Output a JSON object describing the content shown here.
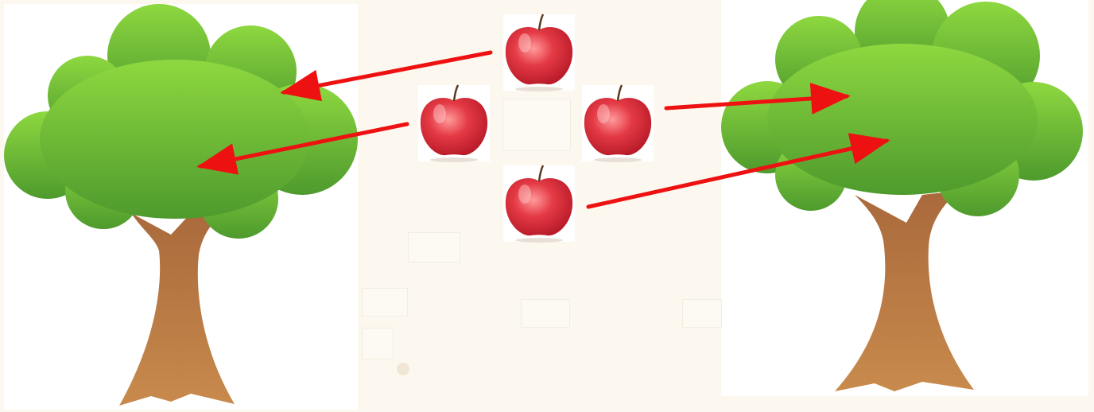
{
  "scene": {
    "background_color": "#fdf8ef",
    "panel_color": "#ffffff",
    "left_tree": {
      "icon": "tree-icon",
      "canopy_color": "#6cc13a",
      "trunk_color": "#b97a45"
    },
    "right_tree": {
      "icon": "tree-icon",
      "canopy_color": "#6cc13a",
      "trunk_color": "#b97a45"
    },
    "apples": [
      {
        "icon": "apple-icon",
        "position": "top"
      },
      {
        "icon": "apple-icon",
        "position": "left"
      },
      {
        "icon": "apple-icon",
        "position": "right"
      },
      {
        "icon": "apple-icon",
        "position": "bottom"
      }
    ],
    "arrows": [
      {
        "from": "top-apple",
        "to": "left-tree",
        "color": "#ee1111"
      },
      {
        "from": "left-apple",
        "to": "left-tree",
        "color": "#ee1111"
      },
      {
        "from": "right-apple",
        "to": "right-tree",
        "color": "#ee1111"
      },
      {
        "from": "bottom-apple",
        "to": "right-tree",
        "color": "#ee1111"
      }
    ]
  }
}
